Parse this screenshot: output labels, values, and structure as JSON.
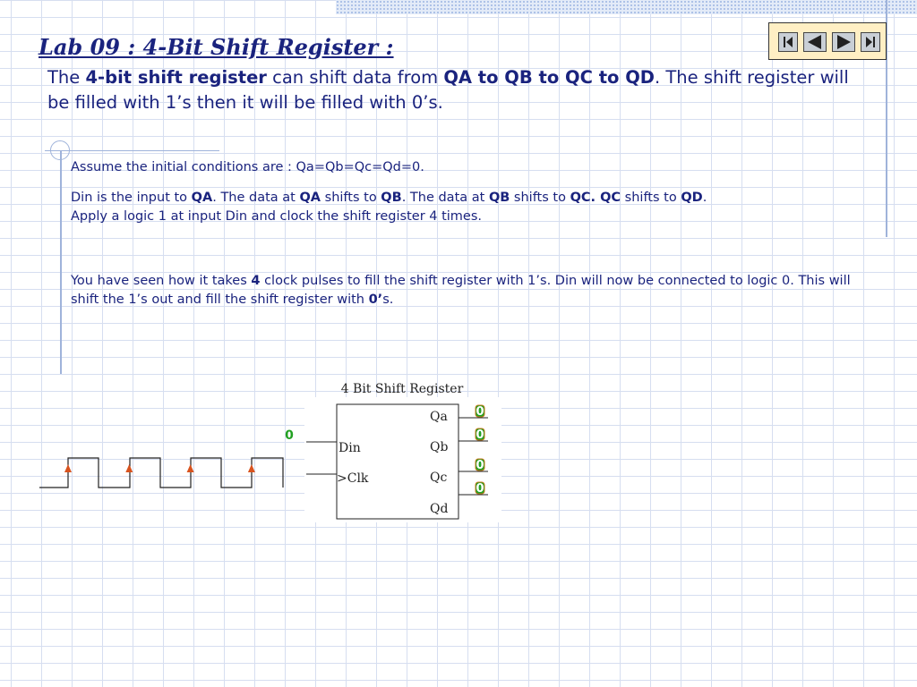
{
  "slide": {
    "title": "Lab 09 : 4-Bit Shift Register :",
    "intro": {
      "t1": "The ",
      "b1": "4-bit shift register",
      "t2": " can shift data from ",
      "b2": "QA to QB to QC to QD",
      "t3": ". The shift register will be filled with 1’s then it will be filled with 0’s."
    },
    "para1": "Assume the initial conditions are : Qa=Qb=Qc=Qd=0.",
    "para2": {
      "t1": "Din is the input to ",
      "b1": "QA",
      "t2": ". The data at ",
      "b2": "QA",
      "t3": " shifts to ",
      "b3": "QB",
      "t4": ". The data at ",
      "b4": "QB",
      "t5": " shifts to ",
      "b5": "QC. QC",
      "t6": " shifts to ",
      "b6": "QD",
      "t7": "."
    },
    "para3": "Apply a logic 1 at input Din and clock the shift register 4 times.",
    "para4": {
      "t1": "You have seen how it takes ",
      "b1": "4",
      "t2": " clock pulses to fill the shift register with 1’s. Din will now be connected to logic 0. This will shift the 1’s out and fill the shift register with ",
      "b2": "0’",
      "t3": "s."
    }
  },
  "diagram": {
    "caption": "4 Bit Shift Register",
    "din_value": "0",
    "input_labels": {
      "din": "Din",
      "clk": ">Clk"
    },
    "outputs": [
      {
        "label": "Qa",
        "value": "0"
      },
      {
        "label": "Qb",
        "value": "0"
      },
      {
        "label": "Qc",
        "value": "0"
      },
      {
        "label": "Qd",
        "value": "0"
      }
    ],
    "clock_pulses": 4
  },
  "nav": {
    "first": "first-slide",
    "prev": "previous-slide",
    "next": "next-slide",
    "last": "last-slide"
  },
  "colors": {
    "text": "#1a237e",
    "value_green": "#22a022",
    "arrow": "#d9531e"
  }
}
